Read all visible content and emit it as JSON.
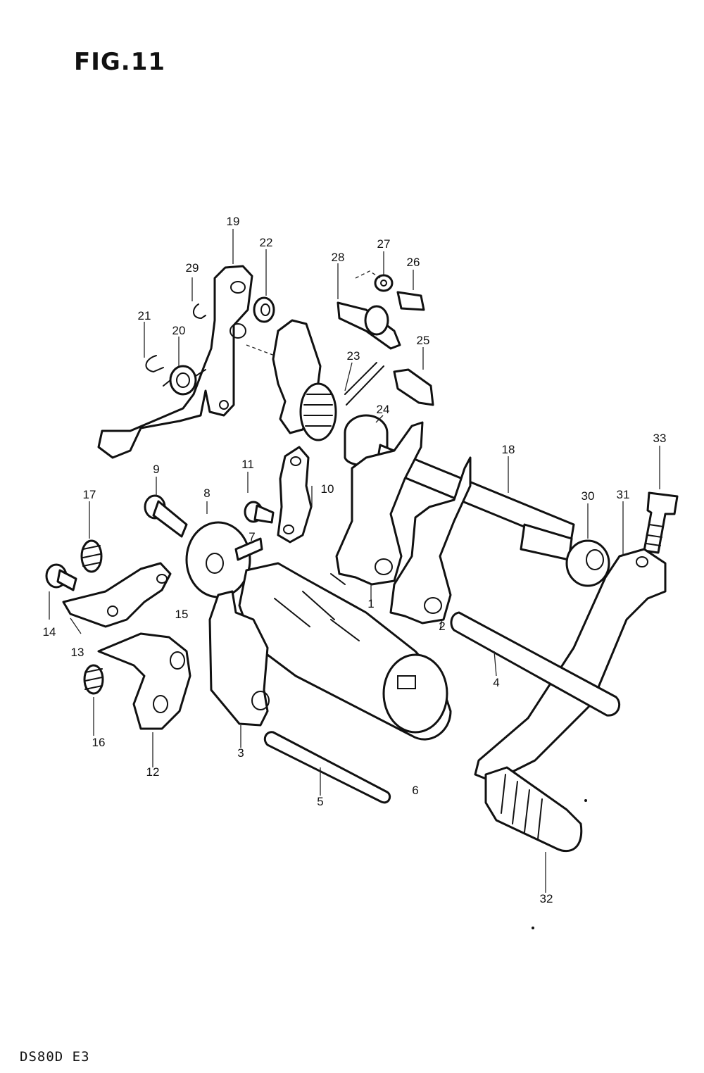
{
  "figure": {
    "title": "FIG.11"
  },
  "footer": {
    "model_code": "DS80D E3"
  },
  "callouts": [
    {
      "id": "c19",
      "label": "19"
    },
    {
      "id": "c22",
      "label": "22"
    },
    {
      "id": "c28",
      "label": "28"
    },
    {
      "id": "c27",
      "label": "27"
    },
    {
      "id": "c26",
      "label": "26"
    },
    {
      "id": "c29",
      "label": "29"
    },
    {
      "id": "c21",
      "label": "21"
    },
    {
      "id": "c20",
      "label": "20"
    },
    {
      "id": "c25",
      "label": "25"
    },
    {
      "id": "c23",
      "label": "23"
    },
    {
      "id": "c24",
      "label": "24"
    },
    {
      "id": "c18",
      "label": "18"
    },
    {
      "id": "c33",
      "label": "33"
    },
    {
      "id": "c11",
      "label": "11"
    },
    {
      "id": "c10",
      "label": "10"
    },
    {
      "id": "c9",
      "label": "9"
    },
    {
      "id": "c8",
      "label": "8"
    },
    {
      "id": "c7",
      "label": "7"
    },
    {
      "id": "c30",
      "label": "30"
    },
    {
      "id": "c31",
      "label": "31"
    },
    {
      "id": "c17",
      "label": "17"
    },
    {
      "id": "c1",
      "label": "1"
    },
    {
      "id": "c14",
      "label": "14"
    },
    {
      "id": "c13",
      "label": "13"
    },
    {
      "id": "c15",
      "label": "15"
    },
    {
      "id": "c2",
      "label": "2"
    },
    {
      "id": "c4",
      "label": "4"
    },
    {
      "id": "c16",
      "label": "16"
    },
    {
      "id": "c3",
      "label": "3"
    },
    {
      "id": "c12",
      "label": "12"
    },
    {
      "id": "c6",
      "label": "6"
    },
    {
      "id": "c5",
      "label": "5"
    },
    {
      "id": "c32",
      "label": "32"
    }
  ]
}
